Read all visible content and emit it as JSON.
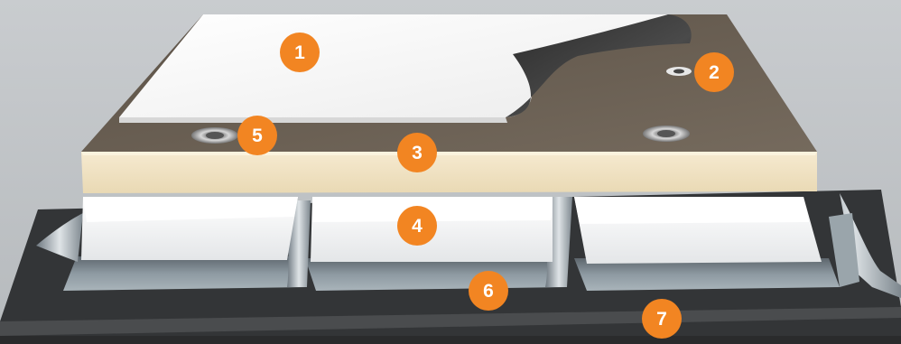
{
  "colors": {
    "background": "#bfc3c6",
    "membrane": "#f7f7f7",
    "membrane_underside": "#3a3a3a",
    "felt_top": "#6a5f52",
    "insulation": "#f1e4c4",
    "infill": "#f9f9f9",
    "steel_deck": "#7d8a93",
    "structure": "#3c3c3c",
    "callout": "#f28522"
  },
  "callouts": [
    {
      "label": "1",
      "part": "membrane"
    },
    {
      "label": "2",
      "part": "fastener"
    },
    {
      "label": "3",
      "part": "insulation-board"
    },
    {
      "label": "4",
      "part": "infill-block"
    },
    {
      "label": "5",
      "part": "fastener-plate"
    },
    {
      "label": "6",
      "part": "steel-deck"
    },
    {
      "label": "7",
      "part": "structure-base"
    }
  ]
}
